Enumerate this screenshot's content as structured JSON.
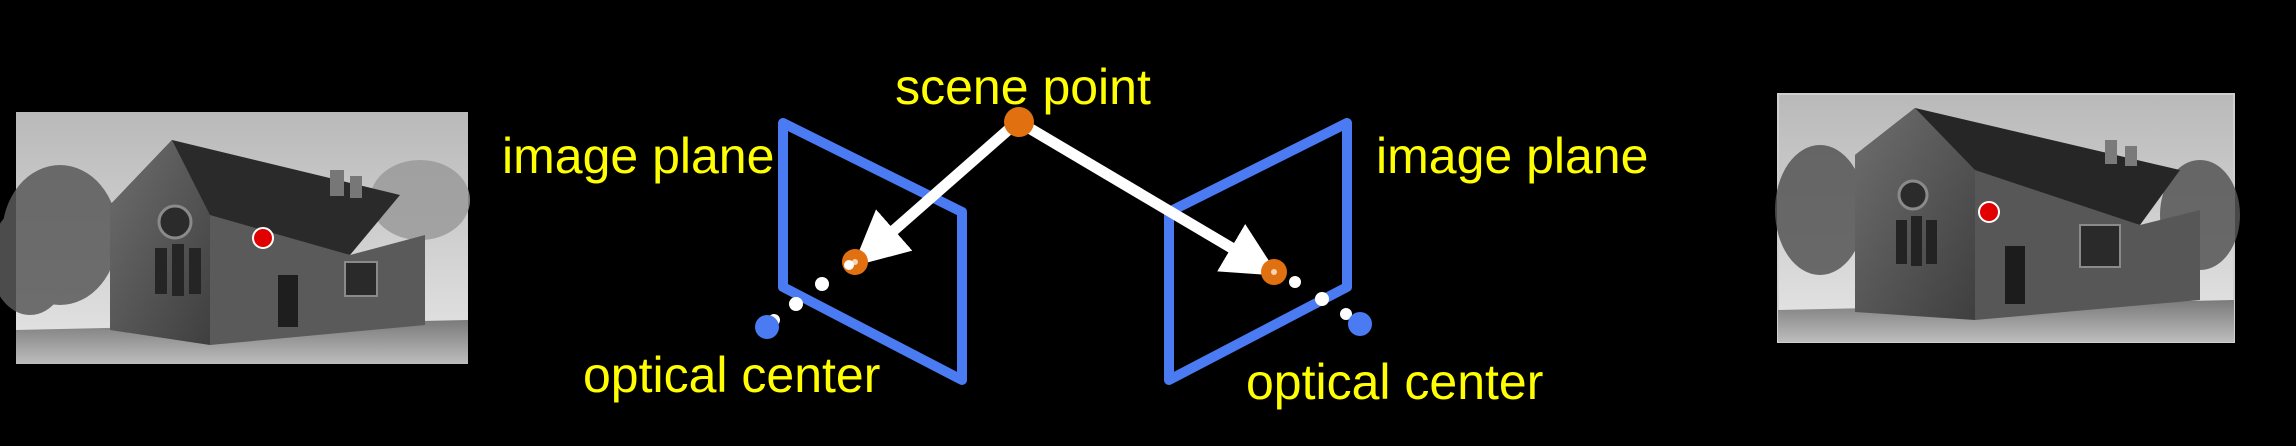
{
  "colors": {
    "background": "#000000",
    "label_text": "#ffff00",
    "image_plane": "#4a7bf2",
    "scene_point": "#e07010",
    "ray": "#ffffff",
    "optical_center": "#4a7bf2",
    "photo_marker": "#e00000"
  },
  "labels": {
    "scene_point": "scene point",
    "image_plane_left": "image plane",
    "image_plane_right": "image plane",
    "optical_center_left": "optical center",
    "optical_center_right": "optical center"
  },
  "photos": {
    "left": {
      "subject": "stone chapel with gabled roof and rose window",
      "style": "grayscale"
    },
    "right": {
      "subject": "stone chapel with gabled roof and rose window",
      "style": "grayscale"
    }
  }
}
